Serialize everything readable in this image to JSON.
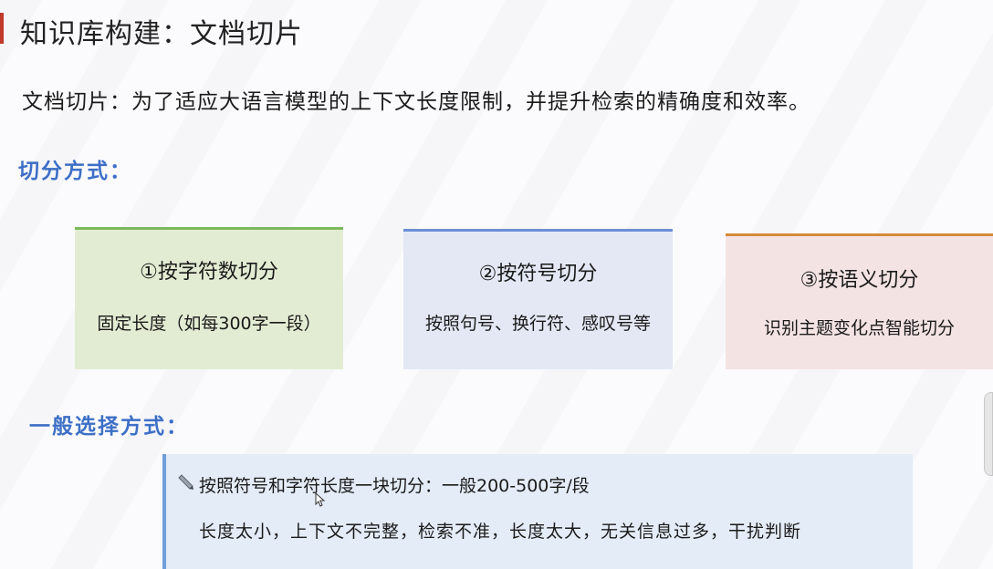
{
  "title": "知识库构建：文档切片",
  "intro": "文档切片：为了适应大语言模型的上下文长度限制，并提升检索的精确度和效率。",
  "sections": {
    "methods_title": "切分方式：",
    "choice_title": "一般选择方式："
  },
  "cards": [
    {
      "title": "①按字符数切分",
      "desc": "固定长度（如每300字一段）"
    },
    {
      "title": "②按符号切分",
      "desc": "按照句号、换行符、感叹号等"
    },
    {
      "title": "③按语义切分",
      "desc": "识别主题变化点智能切分"
    }
  ],
  "note": {
    "line1": "按照符号和字符长度一块切分：一般200-500字/段",
    "line2": "长度太小，上下文不完整，检索不准，长度太大，无关信息过多，干扰判断"
  },
  "colors": {
    "accent_red": "#c0392b",
    "section_blue": "#3d6fc6",
    "card1_bg": "#e2ecd2",
    "card2_bg": "#e3e8f4",
    "card3_bg": "#f3e3e3",
    "note_bg": "#e4ecf7"
  },
  "icons": [
    "pencil-icon",
    "mouse-cursor-icon"
  ]
}
